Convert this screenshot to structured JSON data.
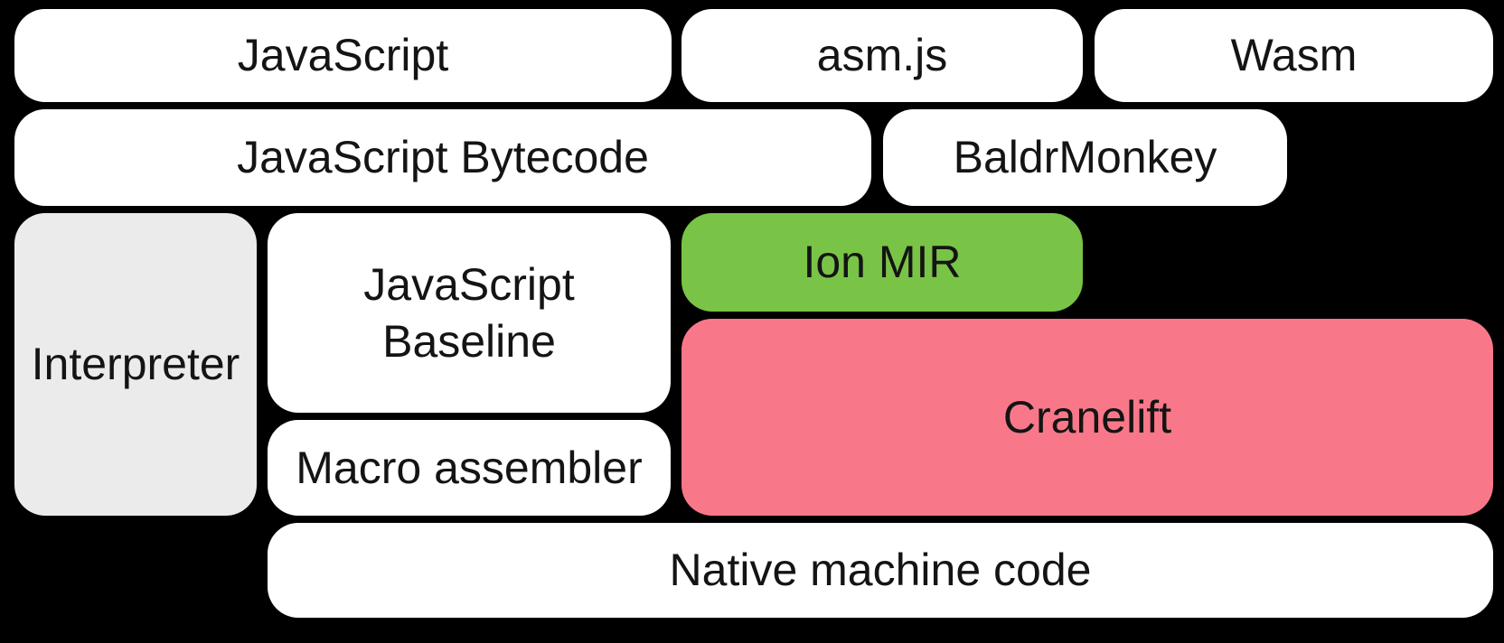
{
  "colors": {
    "background": "#000000",
    "box_white": "#ffffff",
    "box_gray": "#ebebeb",
    "box_green": "#79c447",
    "box_pink": "#f87889",
    "text": "#141414"
  },
  "nodes": {
    "javascript": {
      "label": "JavaScript"
    },
    "asmjs": {
      "label": "asm.js"
    },
    "wasm": {
      "label": "Wasm"
    },
    "bytecode": {
      "label": "JavaScript Bytecode"
    },
    "baldrmonkey": {
      "label": "BaldrMonkey"
    },
    "interpreter": {
      "label": "Interpreter"
    },
    "baseline": {
      "label": "JavaScript Baseline"
    },
    "ion_mir": {
      "label": "Ion MIR"
    },
    "cranelift": {
      "label": "Cranelift"
    },
    "macro_assembler": {
      "label": "Macro assembler"
    },
    "native": {
      "label": "Native machine code"
    }
  }
}
